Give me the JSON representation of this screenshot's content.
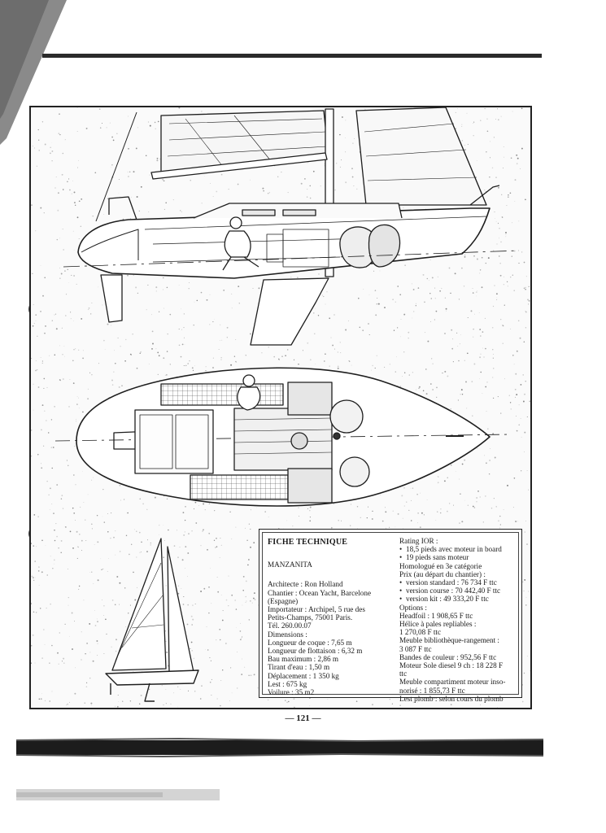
{
  "spec": {
    "heading": "FICHE TECHNIQUE",
    "boat_name": "MANZANITA",
    "left_lines": [
      "Architecte : Ron Holland",
      "Chantier : Ocean Yacht, Barcelone",
      "(Espagne)",
      "Importateur : Archipel, 5 rue des",
      "Petits-Champs, 75001 Paris.",
      "Tél. 260.00.07",
      "Dimensions :",
      "Longueur de coque : 7,65 m",
      "Longueur de flottaison : 6,32 m",
      "Bau maximum : 2,86 m",
      "Tirant d'eau : 1,50 m",
      "Déplacement : 1 350 kg",
      "Lest : 675 kg",
      "Voilure : 35 m2"
    ],
    "right_top": "Rating IOR :",
    "rating_items": [
      "18,5 pieds avec moteur in board",
      "19 pieds sans moteur"
    ],
    "homologue": "Homologué en 3e catégorie",
    "prix_label": "Prix (au départ du chantier) :",
    "price_items": [
      "version standard : 76 734 F ttc",
      "version course : 70 442,40 F ttc",
      "version kit : 49 333,20 F ttc"
    ],
    "options_lines": [
      "Options :",
      "Headfoil : 1 908,65 F ttc",
      "Hélice à pales repliables :",
      "1 270,08 F ttc",
      "Meuble bibliothèque-rangement :",
      "3 087 F ttc",
      "Bandes de couleur : 952,56 F ttc",
      "Moteur Sole diesel 9 ch : 18 228 F",
      "ttc",
      "Meuble compartiment moteur inso-",
      "norisé : 1 855,73 F ttc",
      "Lest plomb : selon cours du plomb"
    ]
  },
  "page_number": "— 121 —"
}
